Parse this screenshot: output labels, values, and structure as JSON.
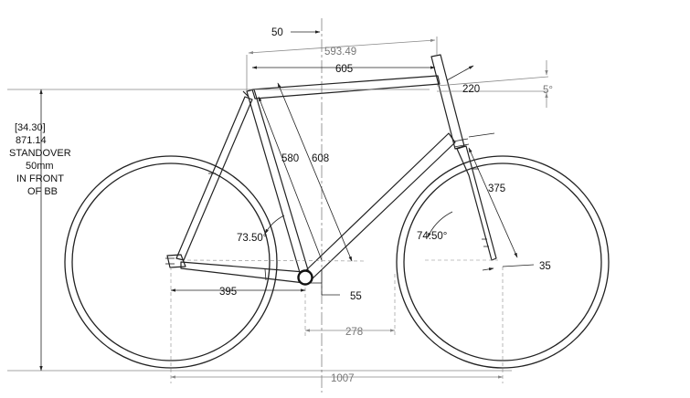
{
  "dimensions": {
    "setback": "50",
    "effective_top_tube": "593.49",
    "top_tube": "605",
    "head_tube_length": "220",
    "top_tube_slope": "5°",
    "seat_tube_ctt": "580",
    "seat_tube_ctc": "608",
    "seat_angle": "73.50°",
    "head_angle": "74.50°",
    "fork_length": "375",
    "fork_offset": "35",
    "chainstay": "395",
    "bb_drop": "55",
    "front_center_offset": "278",
    "wheelbase": "1007"
  },
  "standover": {
    "inches": "[34.30]",
    "mm": "871.14",
    "line1": "STANDOVER",
    "line2": "50mm",
    "line3": "IN FRONT",
    "line4": "OF BB"
  }
}
